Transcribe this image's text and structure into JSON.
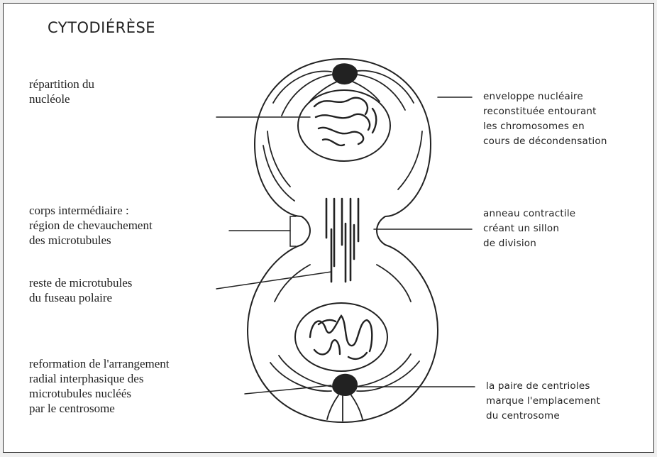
{
  "title": "CYTODIÉRÈSE",
  "labels": {
    "nucleole": "répartition du\nnucléole",
    "corps": "corps intermédiaire :\nrégion de chevauchement\ndes microtubules",
    "reste": "reste de microtubules\ndu fuseau polaire",
    "reformation": "reformation de l'arrangement\nradial interphasique des\nmicrotubules nucléés\npar le centrosome",
    "enveloppe": "enveloppe nucléaire\nreconstituée entourant\nles chromosomes en\ncours de décondensation",
    "anneau": "anneau contractile\ncréant un sillon\nde division",
    "centrioles": "la paire de centrioles\nmarque l'emplacement\ndu centrosome"
  },
  "colors": {
    "ink": "#222222",
    "background": "#ffffff"
  }
}
